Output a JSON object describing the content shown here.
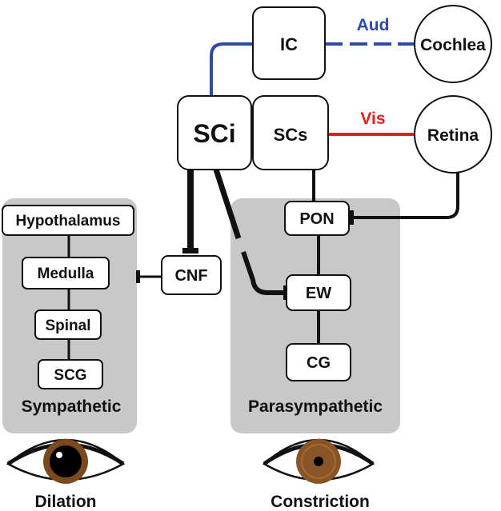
{
  "nodes": {
    "ic": "IC",
    "cochlea": "Cochlea",
    "sci": "SCi",
    "scs": "SCs",
    "retina": "Retina",
    "pon": "PON",
    "ew": "EW",
    "cg": "CG",
    "cnf": "CNF",
    "hypothalamus": "Hypothalamus",
    "medulla": "Medulla",
    "spinal": "Spinal",
    "scg": "SCG"
  },
  "pathways": {
    "auditory": "Aud",
    "visual": "Vis"
  },
  "groups": {
    "sympathetic": "Sympathetic",
    "parasympathetic": "Parasympathetic"
  },
  "outcomes": {
    "dilation": "Dilation",
    "constriction": "Constriction"
  },
  "colors": {
    "auditory": "#2e4aa8",
    "visual": "#e02020",
    "panel": "#c8c8c8",
    "line": "#111111"
  },
  "icons": {
    "dilated_eye": "dilated-pupil-eye-icon",
    "constricted_eye": "constricted-pupil-eye-icon"
  }
}
